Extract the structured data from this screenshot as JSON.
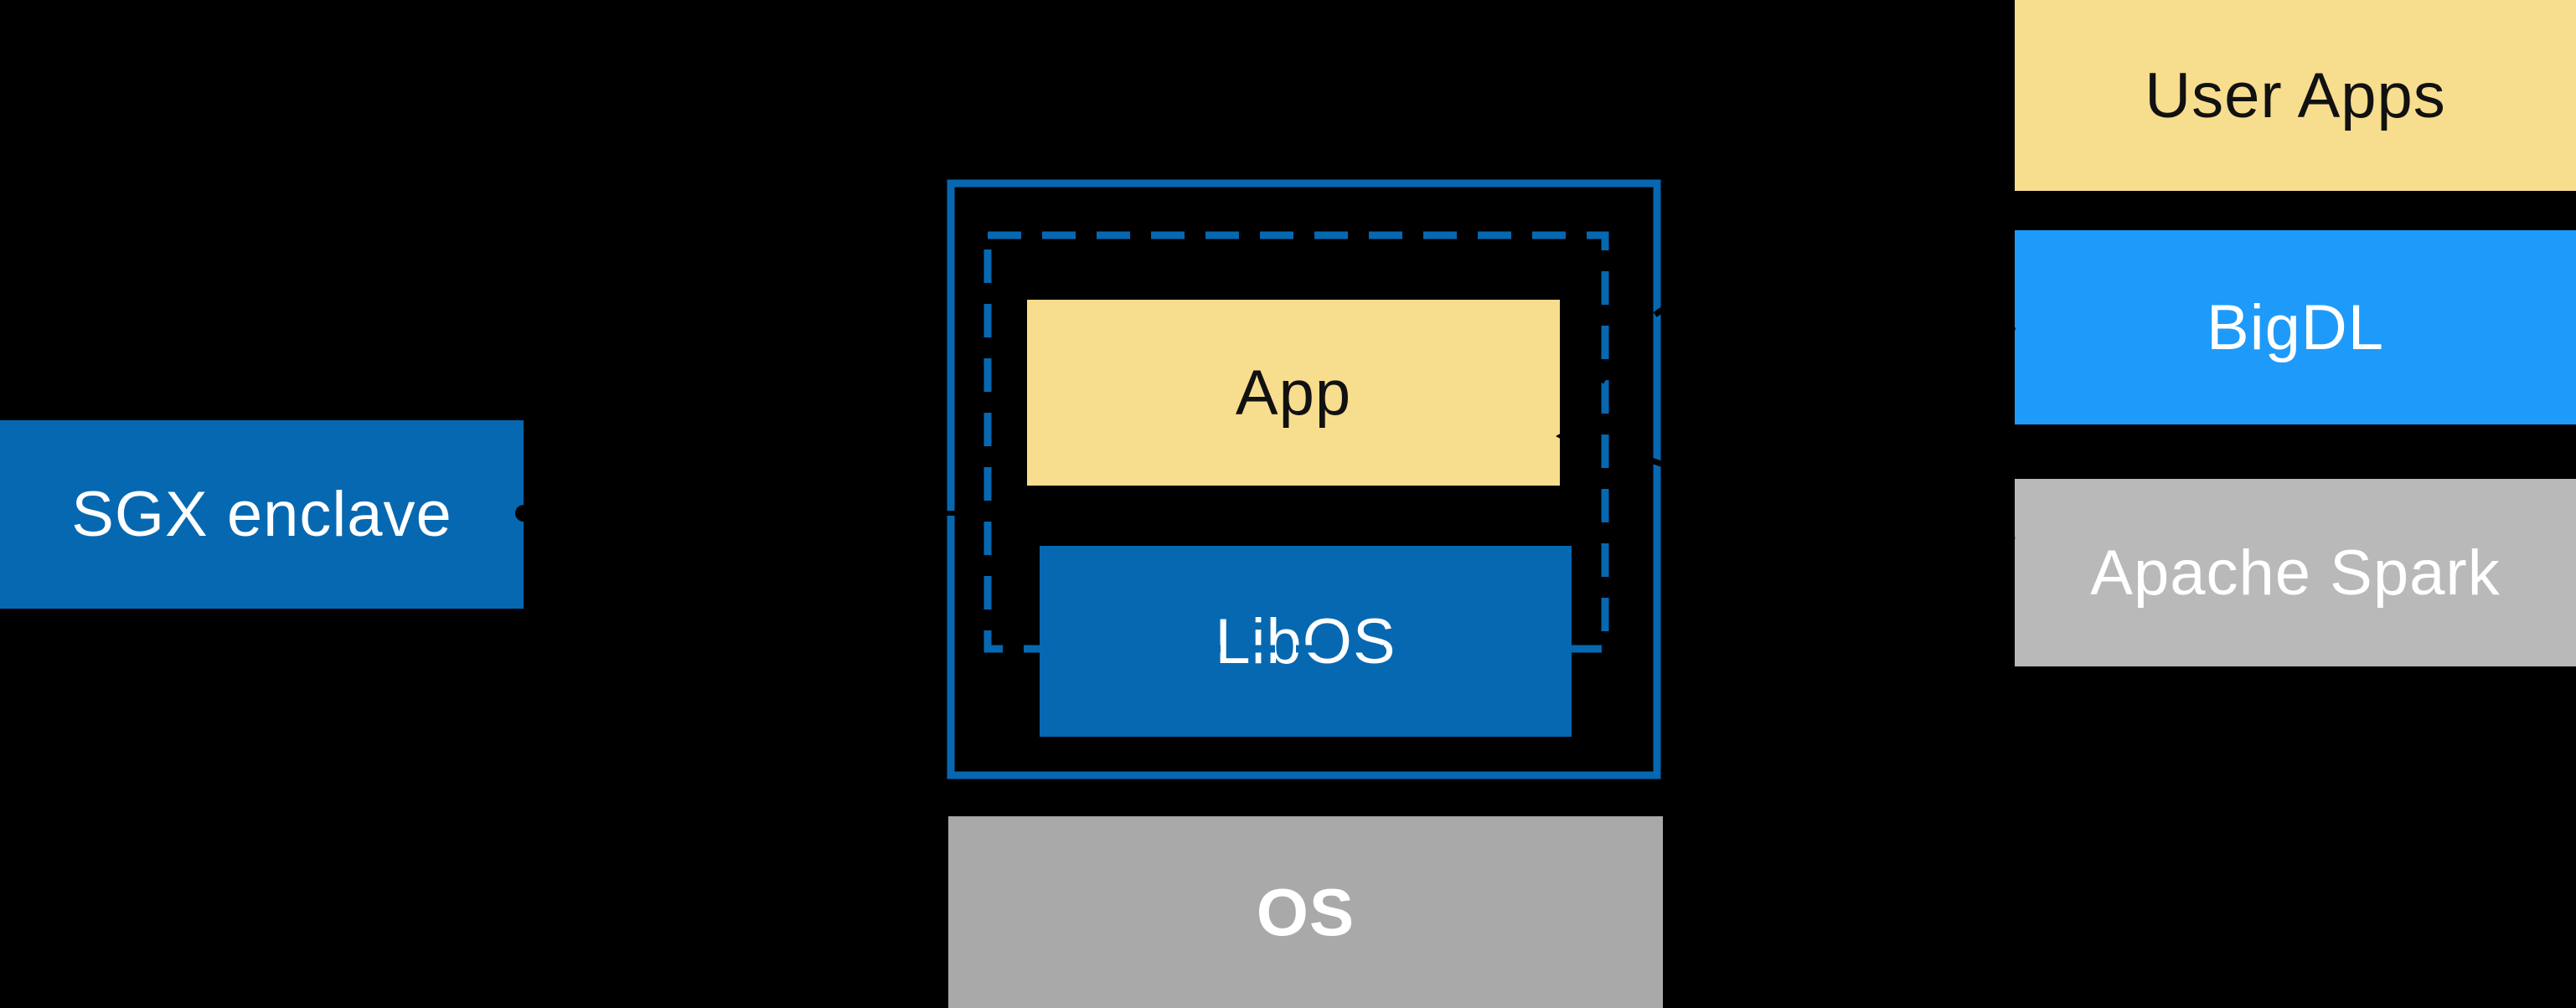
{
  "canvas": {
    "background": "#000000"
  },
  "colors": {
    "intel_blue": "#0668B1",
    "bigdl_blue": "#1E9AFA",
    "app_yellow": "#F7DD8E",
    "spark_gray": "#B9B9B9",
    "os_gray": "#A9A9A9",
    "label_dark": "#111111",
    "label_light": "#FFFFFF",
    "connector_black": "#000000"
  },
  "diagram": {
    "sgx_label_box": {
      "label": "SGX enclave"
    },
    "enclave": {
      "app_box": {
        "label": "App"
      },
      "libos_box": {
        "label": "LibOS"
      }
    },
    "os_box": {
      "label": "OS"
    },
    "right_stack": [
      {
        "label": "User Apps"
      },
      {
        "label": "BigDL"
      },
      {
        "label": "Apache Spark"
      }
    ]
  }
}
